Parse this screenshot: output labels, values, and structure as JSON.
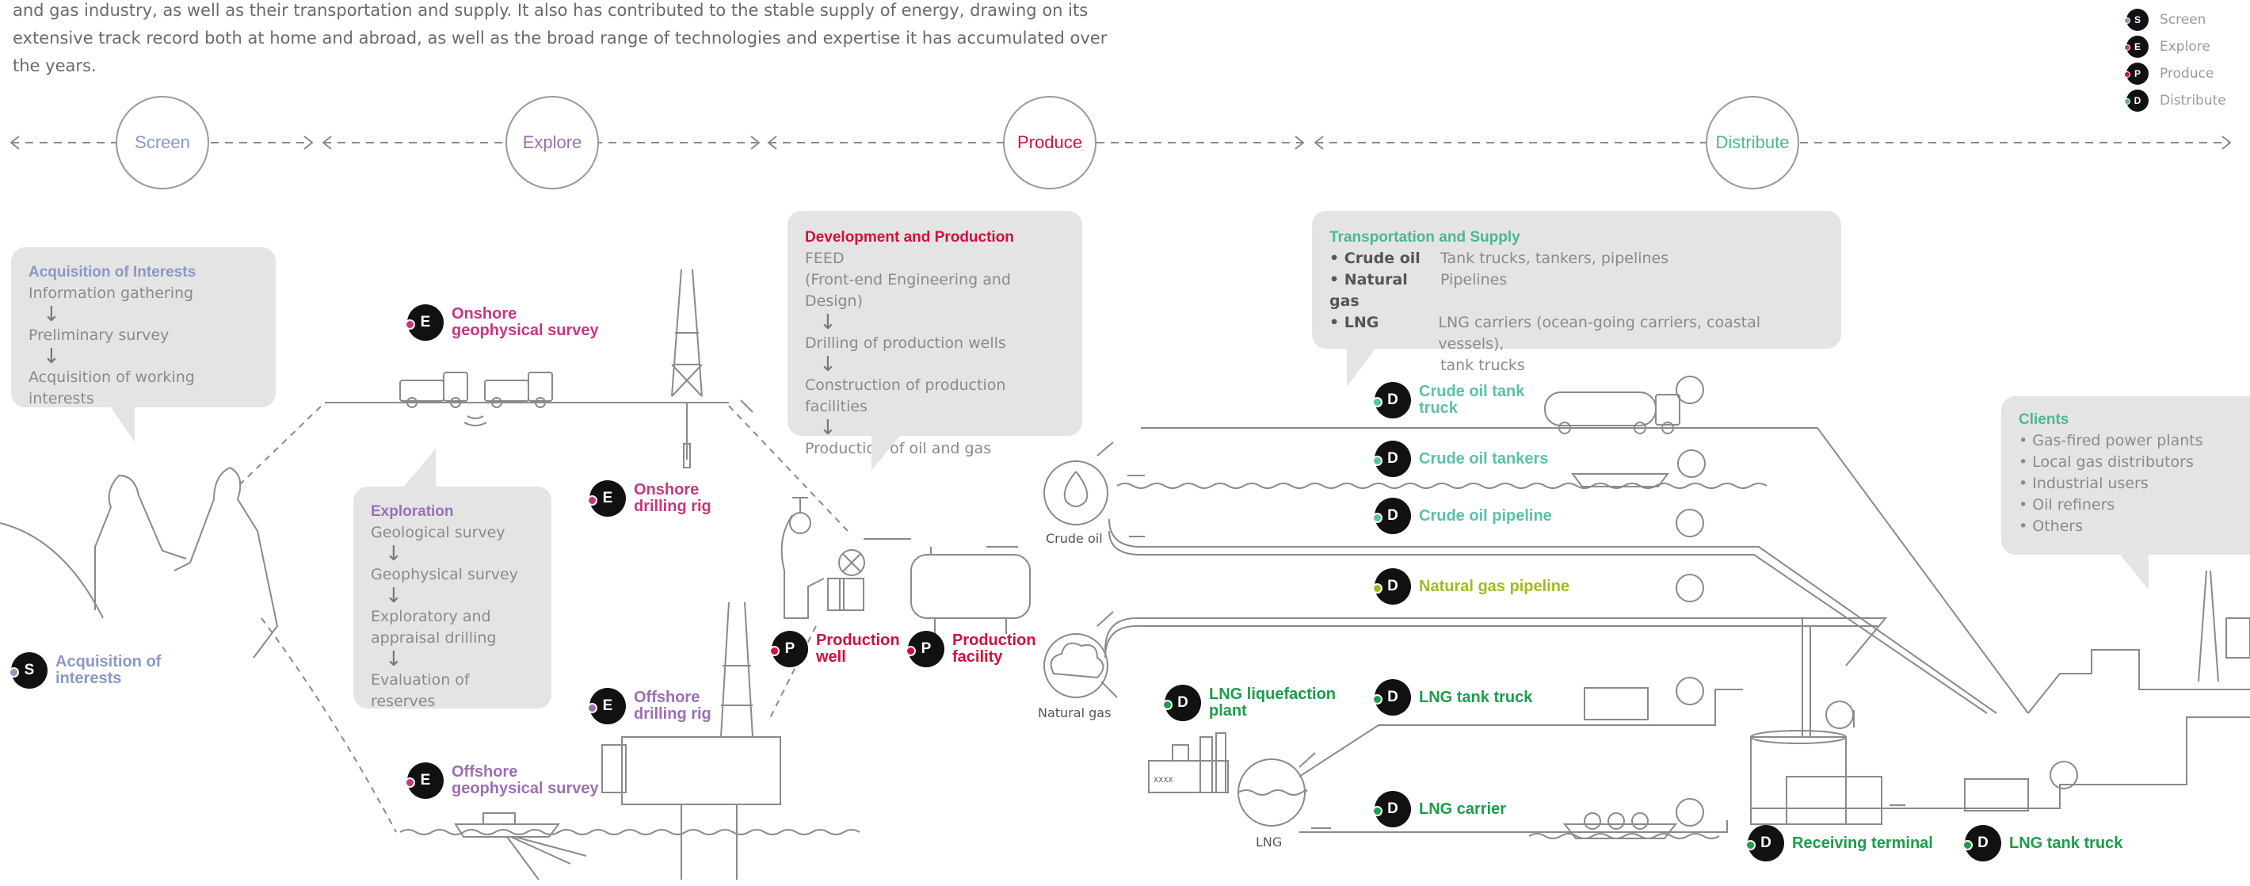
{
  "intro": {
    "line1": "and gas industry, as well as their transportation and supply. It also has contributed to the stable supply of energy, drawing on its",
    "line2": "extensive track record both at home and abroad, as well as the broad range of technologies and expertise it has accumulated over",
    "line3": "the years."
  },
  "colors": {
    "screen": "#8b97c5",
    "explore": "#9b6fb3",
    "produce": "#d0103e",
    "distribute": "#4cb88b",
    "crude": "#5cc0a8",
    "gas": "#a5b820",
    "lng": "#1d9c4c",
    "pink": "#c8367f"
  },
  "legend": [
    {
      "letter": "S",
      "label": "Screen"
    },
    {
      "letter": "E",
      "label": "Explore"
    },
    {
      "letter": "P",
      "label": "Produce"
    },
    {
      "letter": "D",
      "label": "Distribute"
    }
  ],
  "phases": {
    "screen": "Screen",
    "explore": "Explore",
    "produce": "Produce",
    "distribute": "Distribute"
  },
  "acquisition_box": {
    "title": "Acquisition of Interests",
    "step1": "Information gathering",
    "step2": "Preliminary survey",
    "step3": "Acquisition of working interests",
    "arrow": "↓"
  },
  "exploration_box": {
    "title": "Exploration",
    "step1": "Geological survey",
    "step2": "Geophysical survey",
    "step3a": "Exploratory and",
    "step3b": "appraisal drilling",
    "step4": "Evaluation of reserves",
    "arrow": "↓"
  },
  "development_box": {
    "title": "Development and Production",
    "step1a": "FEED",
    "step1b": "(Front-end Engineering and Design)",
    "step2": "Drilling of production wells",
    "step3": "Construction of production facilities",
    "step4": "Production of oil and gas",
    "arrow": "↓"
  },
  "transport_box": {
    "title": "Transportation and Supply",
    "crude_key": "• Crude oil",
    "crude_val": "Tank trucks, tankers, pipelines",
    "gas_key": "• Natural gas",
    "gas_val": "Pipelines",
    "lng_key": "• LNG",
    "lng_val1": "LNG carriers (ocean-going carriers, coastal vessels),",
    "lng_val2": "tank trucks"
  },
  "clients_box": {
    "title": "Clients",
    "items": [
      "• Gas-fired power plants",
      "• Local gas distributors",
      "• Industrial users",
      "• Oil refiners",
      "• Others"
    ]
  },
  "labels": {
    "onshore_survey": {
      "letter": "E",
      "l1": "Onshore",
      "l2": "geophysical survey"
    },
    "onshore_rig": {
      "letter": "E",
      "l1": "Onshore",
      "l2": "drilling rig"
    },
    "acquisition": {
      "letter": "S",
      "l1": "Acquisition of",
      "l2": "interests"
    },
    "offshore_rig": {
      "letter": "E",
      "l1": "Offshore",
      "l2": "drilling rig"
    },
    "offshore_survey": {
      "letter": "E",
      "l1": "Offshore",
      "l2": "geophysical survey"
    },
    "prod_well": {
      "letter": "P",
      "l1": "Production",
      "l2": "well"
    },
    "prod_facility": {
      "letter": "P",
      "l1": "Production",
      "l2": "facility"
    },
    "crude_truck": {
      "letter": "D",
      "l1": "Crude oil tank",
      "l2": "truck"
    },
    "crude_tankers": {
      "letter": "D",
      "l1": "Crude oil tankers"
    },
    "crude_pipeline": {
      "letter": "D",
      "l1": "Crude oil pipeline"
    },
    "gas_pipeline": {
      "letter": "D",
      "l1": "Natural gas pipeline"
    },
    "lng_plant": {
      "letter": "D",
      "l1": "LNG liquefaction",
      "l2": "plant"
    },
    "lng_truck": {
      "letter": "D",
      "l1": "LNG tank truck"
    },
    "lng_carrier": {
      "letter": "D",
      "l1": "LNG carrier"
    },
    "receiving": {
      "letter": "D",
      "l1": "Receiving terminal"
    },
    "lng_truck2": {
      "letter": "D",
      "l1": "LNG tank truck"
    }
  },
  "resource_labels": {
    "crude": "Crude oil",
    "gas": "Natural gas",
    "lng": "LNG",
    "plant_sign": "XXXX"
  }
}
